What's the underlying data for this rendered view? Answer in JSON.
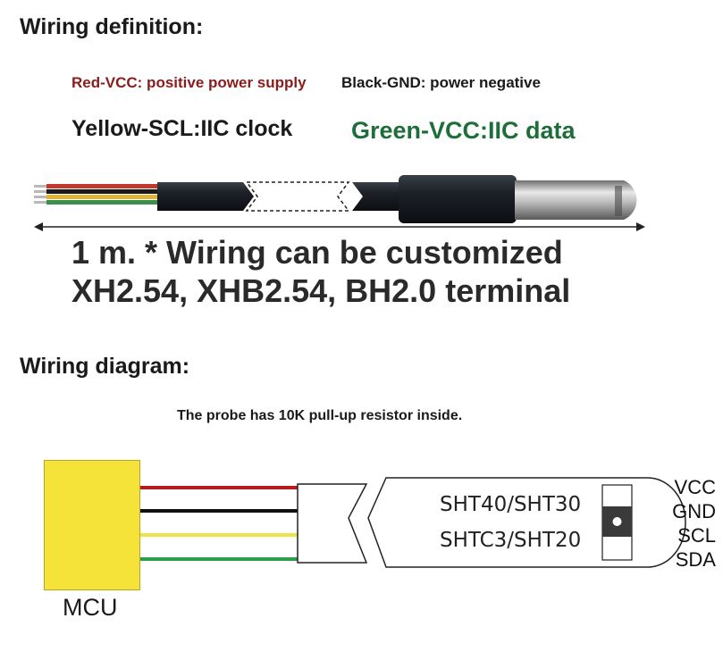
{
  "definition": {
    "title": "Wiring definition:",
    "red": "Red-VCC: positive power supply",
    "black": "Black-GND: power negative",
    "yellow": "Yellow-SCL:IIC clock",
    "green": "Green-VCC:IIC data",
    "length_line": "1 m. * Wiring can be customized",
    "terminal_line": "XH2.54, XHB2.54, BH2.0 terminal"
  },
  "diagram": {
    "title": "Wiring diagram:",
    "note": "The probe has 10K pull-up resistor inside.",
    "mcu_label": "MCU",
    "pins": [
      "VCC",
      "GND",
      "SCL",
      "SDA"
    ],
    "sensor_models": [
      "SHT40/SHT30",
      "SHTC3/SHT20"
    ]
  },
  "colors": {
    "red_wire": "#b71c1c",
    "black_wire": "#111111",
    "yellow_wire": "#f2e24a",
    "green_wire": "#2e9e4a",
    "mcu_fill": "#f6e33a",
    "label_red": "#8a1c1c",
    "label_green": "#1e6e3a"
  }
}
